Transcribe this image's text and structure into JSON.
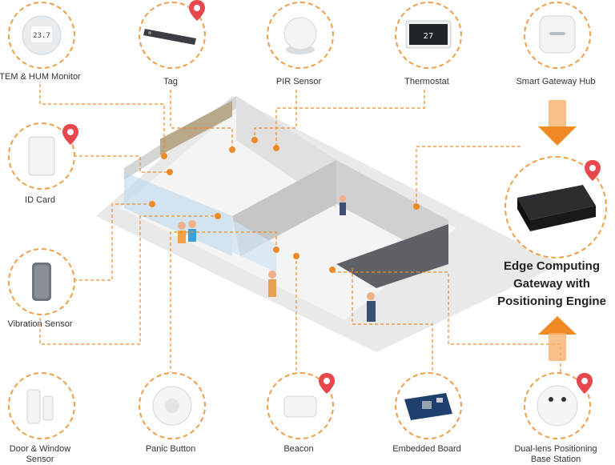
{
  "colors": {
    "accent": "#f08a24",
    "dash": "#f0a04a",
    "floor": "#e6e6e6",
    "wall": "#cfcfcf"
  },
  "devices": {
    "tem_hum": {
      "label": "TEM & HUM Monitor",
      "icon": "thermo-hygrometer-icon"
    },
    "tag": {
      "label": "Tag",
      "icon": "tag-icon"
    },
    "pir": {
      "label": "PIR Sensor",
      "icon": "pir-sensor-icon"
    },
    "thermostat": {
      "label": "Thermostat",
      "icon": "thermostat-icon"
    },
    "gateway_hub": {
      "label": "Smart Gateway Hub",
      "icon": "gateway-hub-icon"
    },
    "id_card": {
      "label": "ID Card",
      "icon": "id-card-icon"
    },
    "vibration": {
      "label": "Vibration Sensor",
      "icon": "vibration-sensor-icon"
    },
    "door_window": {
      "label": "Door & Window Sensor",
      "label_line1": "Door & Window",
      "label_line2": "Sensor",
      "icon": "door-window-sensor-icon"
    },
    "panic": {
      "label": "Panic Button",
      "icon": "panic-button-icon"
    },
    "beacon": {
      "label": "Beacon",
      "icon": "beacon-icon"
    },
    "embedded": {
      "label": "Embedded Board",
      "icon": "embedded-board-icon"
    },
    "dual_lens": {
      "label": "Dual-lens Positioning Base Station",
      "label_line1": "Dual-lens Positioning",
      "label_line2": "Base Station",
      "icon": "dual-lens-base-station-icon"
    }
  },
  "edge_gateway": {
    "line1": "Edge Computing",
    "line2": "Gateway with",
    "line3": "Positioning Engine",
    "icon": "edge-gateway-icon"
  }
}
